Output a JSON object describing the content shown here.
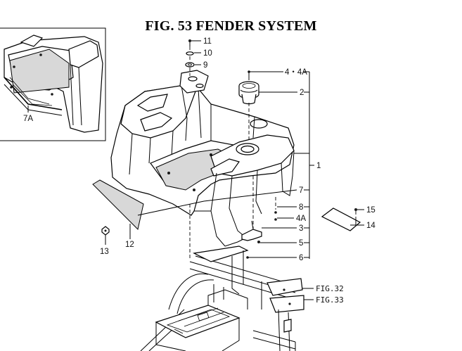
{
  "title": "FIG. 53  FENDER SYSTEM",
  "callouts": {
    "c11": "11",
    "c10": "10",
    "c9": "9",
    "c4_4a": "4・4A",
    "c2": "2",
    "c1": "1",
    "c7": "7",
    "c8": "8",
    "c4a": "4A",
    "c3": "3",
    "c5": "5",
    "c6": "6",
    "c15": "15",
    "c14": "14",
    "c12": "12",
    "c13": "13",
    "c7a": "7A"
  },
  "references": {
    "fig32": "FIG.32",
    "fig33": "FIG.33"
  }
}
